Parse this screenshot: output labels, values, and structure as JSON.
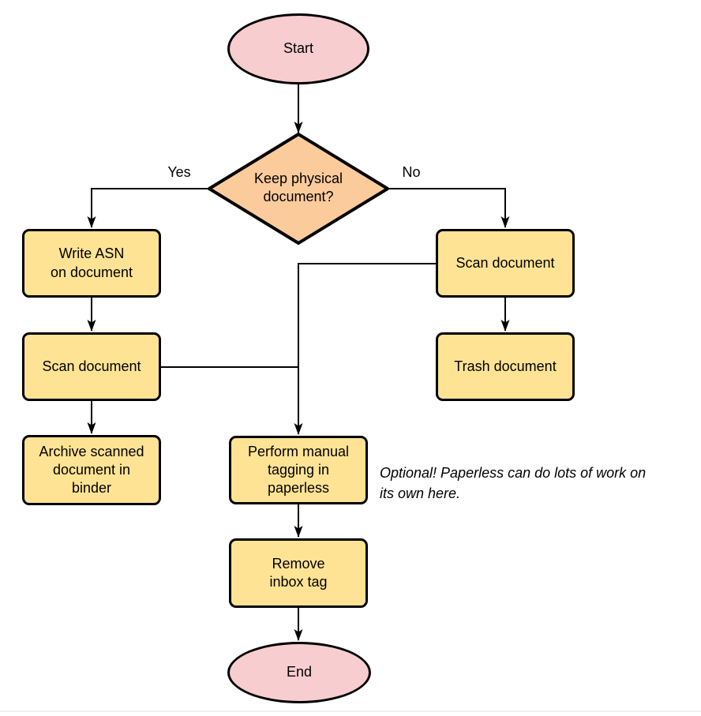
{
  "colors": {
    "terminator_fill": "#f8cdd0",
    "decision_fill": "#fccb9c",
    "process_fill": "#ffe394",
    "stroke": "#000000",
    "connector": "#000000",
    "divider": "#f1f0ee"
  },
  "nodes": {
    "start": {
      "type": "terminator",
      "label": "Start"
    },
    "decision": {
      "type": "decision",
      "label": "Keep physical\ndocument?"
    },
    "write_asn": {
      "type": "process",
      "label": "Write ASN\non document"
    },
    "scan_left": {
      "type": "process",
      "label": "Scan document"
    },
    "archive": {
      "type": "process",
      "label": "Archive scanned\ndocument in\nbinder"
    },
    "scan_right": {
      "type": "process",
      "label": "Scan document"
    },
    "trash": {
      "type": "process",
      "label": "Trash document"
    },
    "tagging": {
      "type": "process",
      "label": "Perform manual\ntagging in\npaperless"
    },
    "remove_inbox": {
      "type": "process",
      "label": "Remove\ninbox tag"
    },
    "end": {
      "type": "terminator",
      "label": "End"
    }
  },
  "edge_labels": {
    "yes": "Yes",
    "no": "No"
  },
  "note": {
    "text": "Optional! Paperless can do lots of work on\nits own here."
  }
}
